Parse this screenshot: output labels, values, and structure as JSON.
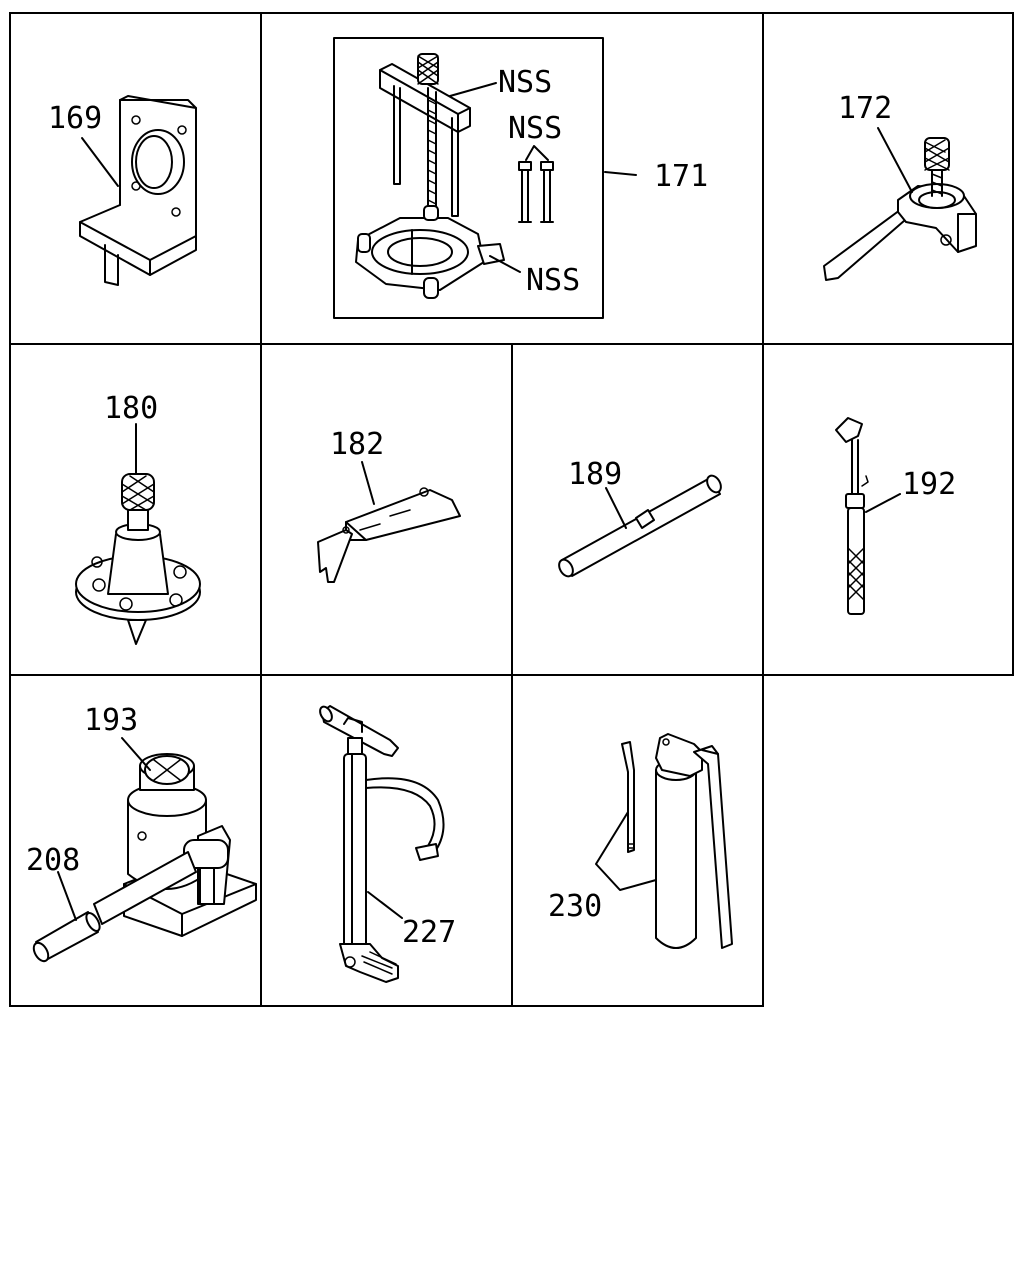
{
  "parts": [
    {
      "ref": "169"
    },
    {
      "ref": "171",
      "sub_labels": [
        "NSS",
        "NSS",
        "NSS"
      ]
    },
    {
      "ref": "172"
    },
    {
      "ref": "180"
    },
    {
      "ref": "182"
    },
    {
      "ref": "189"
    },
    {
      "ref": "192"
    },
    {
      "ref": "193"
    },
    {
      "ref": "208"
    },
    {
      "ref": "227"
    },
    {
      "ref": "230"
    }
  ],
  "colors": {
    "line": "#000000",
    "background": "#ffffff"
  }
}
